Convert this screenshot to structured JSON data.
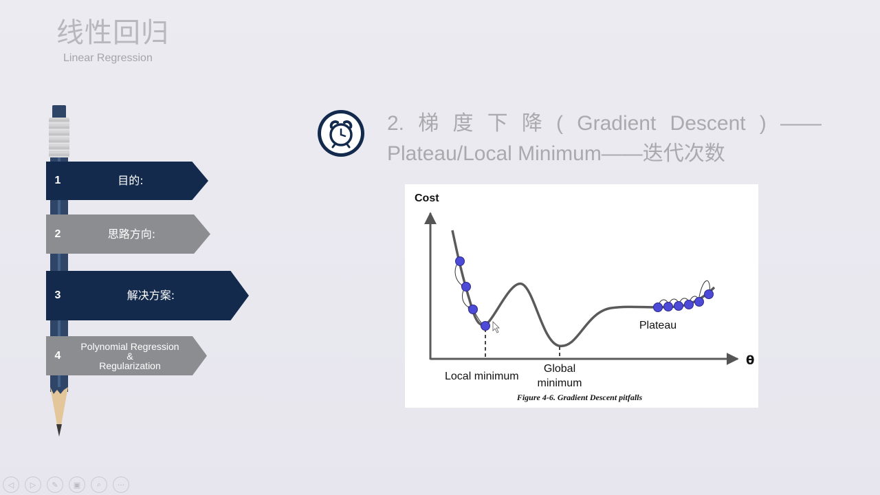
{
  "header": {
    "title_cn": "线性回归",
    "title_en": "Linear  Regression"
  },
  "menu": [
    {
      "num": "1",
      "label": "目的:"
    },
    {
      "num": "2",
      "label": "思路方向:"
    },
    {
      "num": "3",
      "label": "解决方案:"
    },
    {
      "num": "4",
      "label": "Polynomial Regression\n&\nRegularization"
    }
  ],
  "section": {
    "line1_parts": [
      "2.",
      "梯",
      "度",
      "下",
      "降",
      "(",
      "Gradient",
      "Descent",
      ")",
      "——"
    ],
    "line2": "Plateau/Local Minimum——迭代次数",
    "icon": "alarm-clock-icon"
  },
  "figure": {
    "y_label": "Cost",
    "x_label": "θ",
    "local_min_label": "Local minimum",
    "global_min_label_1": "Global",
    "global_min_label_2": "minimum",
    "plateau_label": "Plateau",
    "caption": "Figure 4-6. Gradient Descent pitfalls"
  },
  "toolbar": {
    "buttons": [
      {
        "name": "prev-slide-button",
        "glyph": "◁"
      },
      {
        "name": "next-slide-button",
        "glyph": "▷"
      },
      {
        "name": "pen-tool-button",
        "glyph": "✎"
      },
      {
        "name": "slides-view-button",
        "glyph": "▣"
      },
      {
        "name": "zoom-button",
        "glyph": "⌕"
      },
      {
        "name": "more-options-button",
        "glyph": "···"
      }
    ]
  },
  "colors": {
    "navy": "#132a4d",
    "gray_banner": "#8c8d90",
    "ball": "#4d4ad8",
    "curve": "#5a5a5a"
  }
}
